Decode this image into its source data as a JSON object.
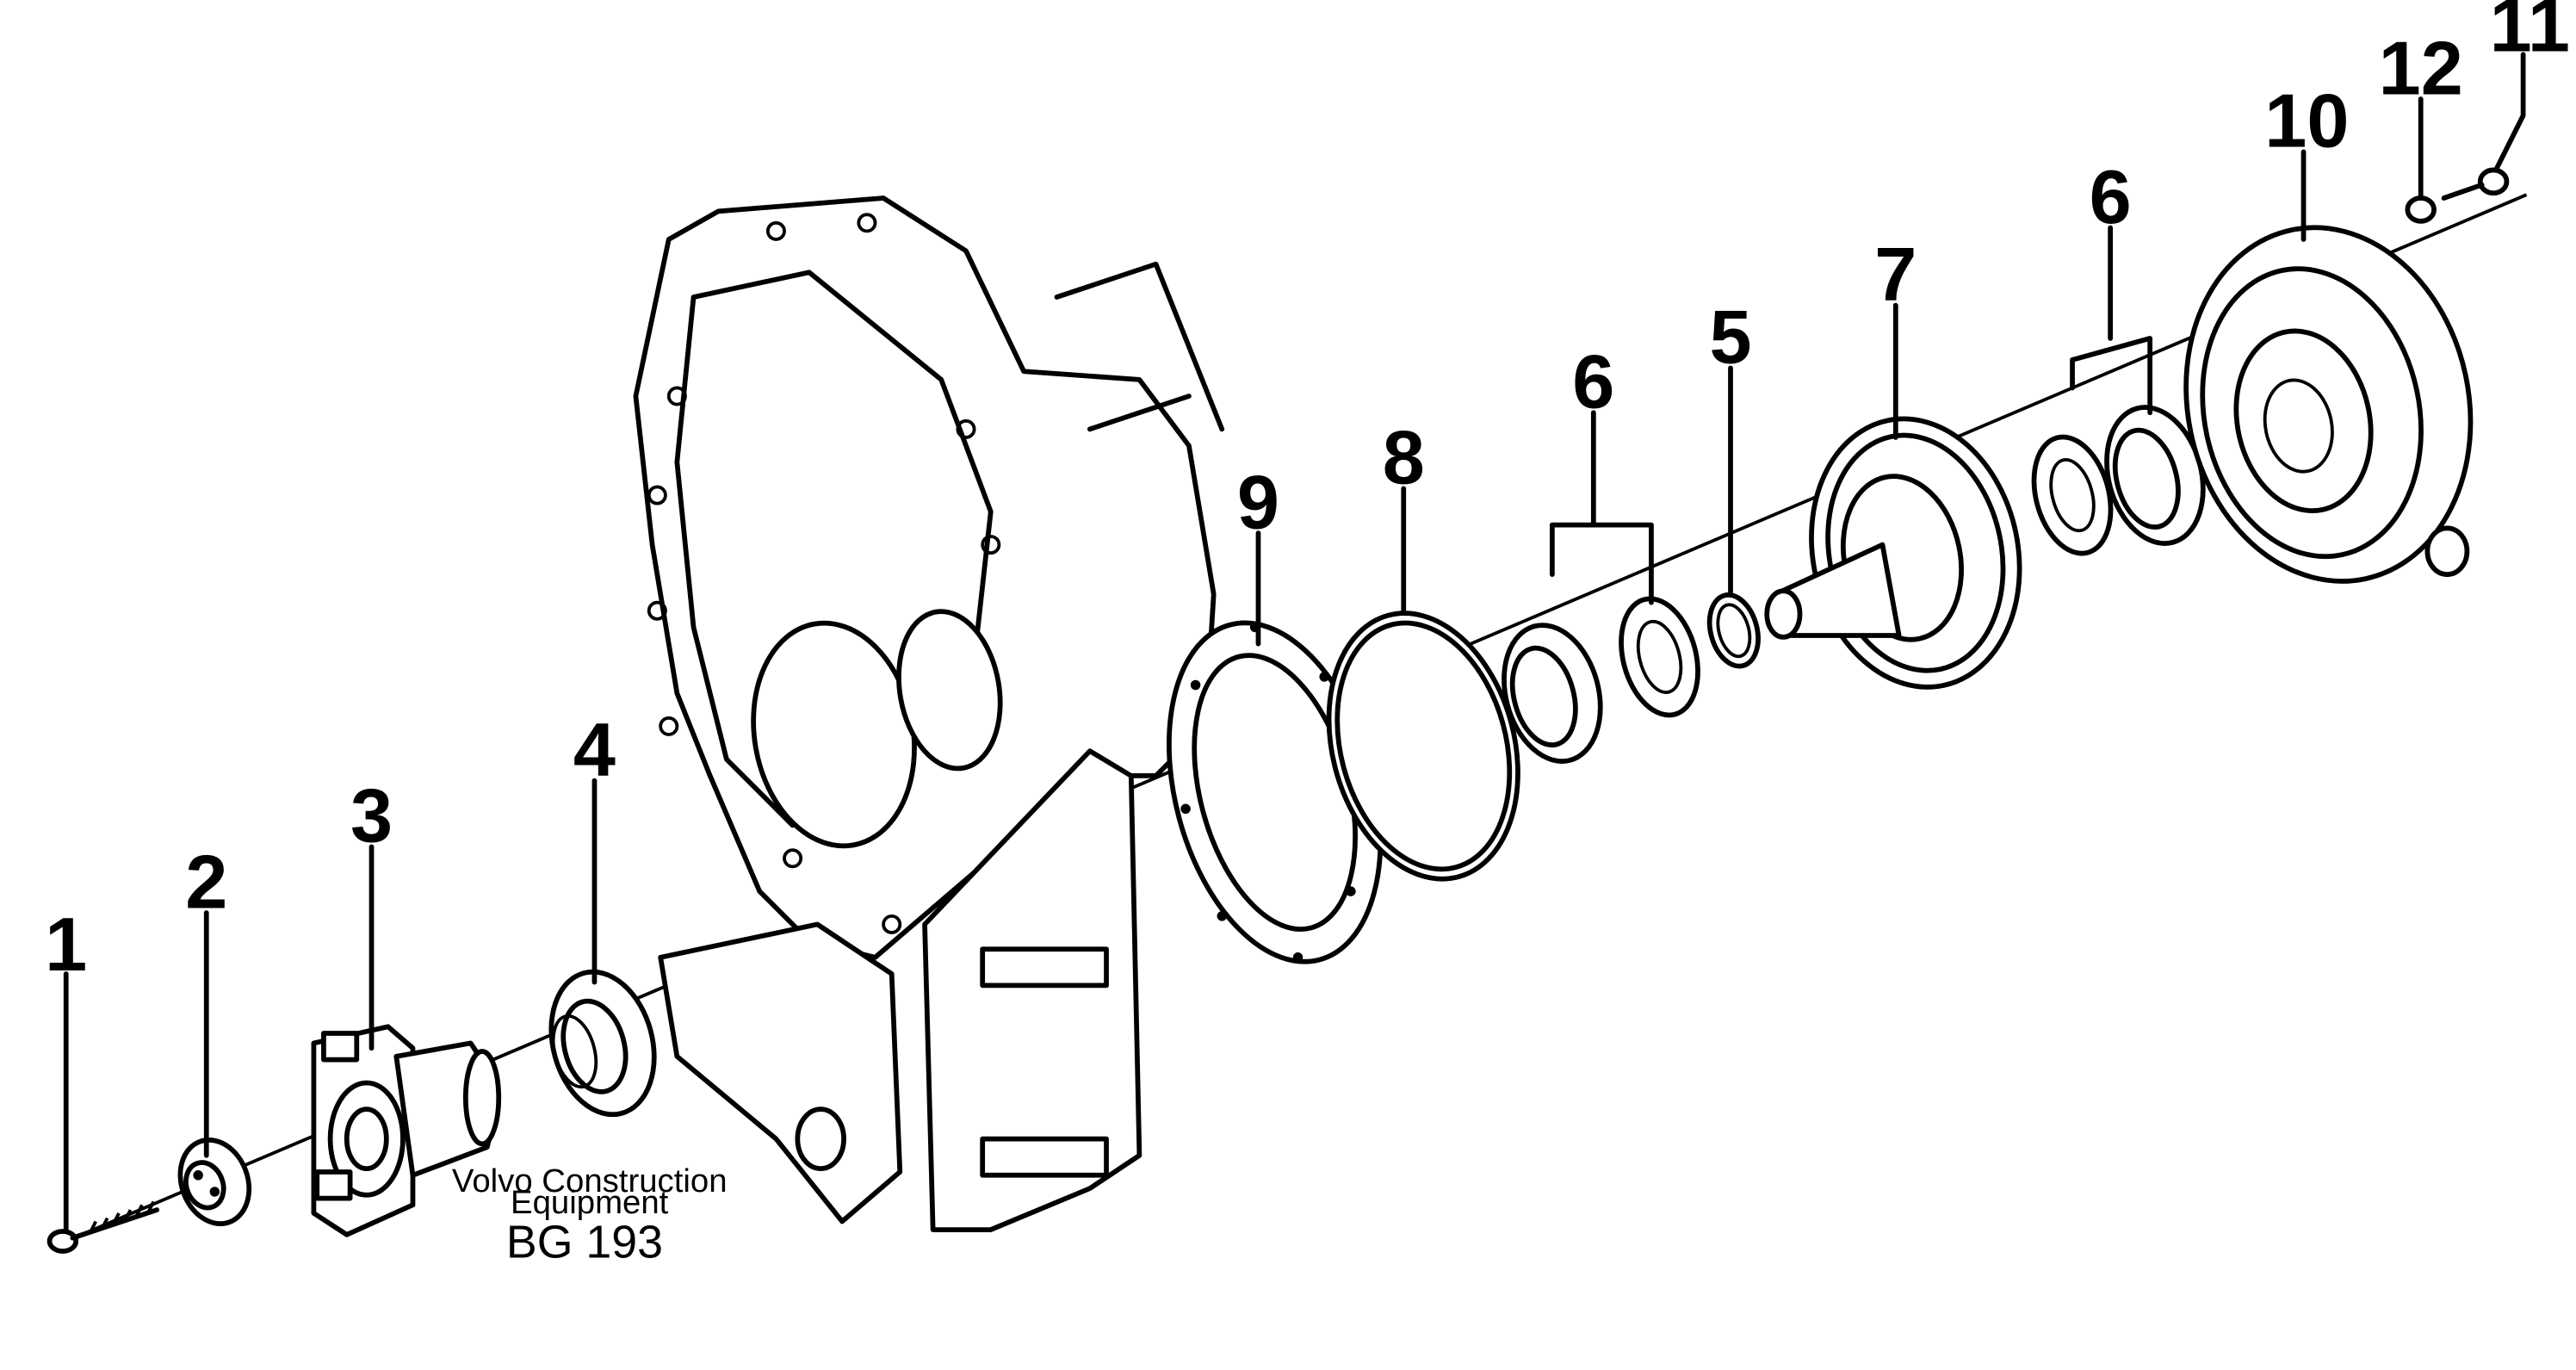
{
  "diagram": {
    "callouts": [
      {
        "id": "1",
        "label": "1"
      },
      {
        "id": "2",
        "label": "2"
      },
      {
        "id": "3",
        "label": "3"
      },
      {
        "id": "4",
        "label": "4"
      },
      {
        "id": "5",
        "label": "5"
      },
      {
        "id": "6a",
        "label": "6"
      },
      {
        "id": "6b",
        "label": "6"
      },
      {
        "id": "7",
        "label": "7"
      },
      {
        "id": "8",
        "label": "8"
      },
      {
        "id": "9",
        "label": "9"
      },
      {
        "id": "10",
        "label": "10"
      },
      {
        "id": "11",
        "label": "11"
      },
      {
        "id": "12",
        "label": "12"
      }
    ],
    "caption_line1": "Volvo Construction",
    "caption_line2": "Equipment",
    "code": "BG 193"
  }
}
